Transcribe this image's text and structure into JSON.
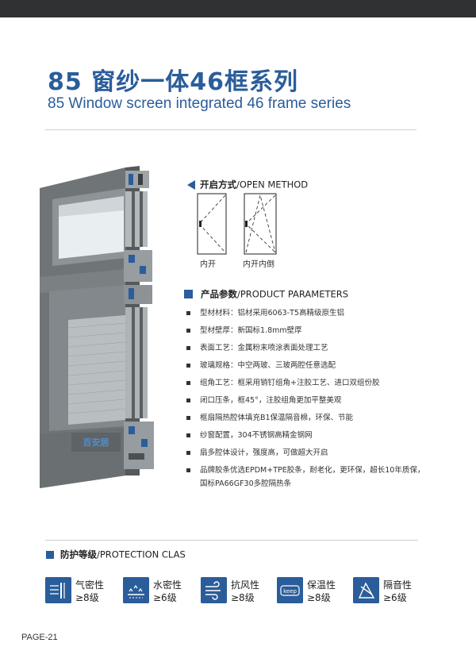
{
  "header": {
    "title_cn": "85 窗纱一体46框系列",
    "title_en": "85 Window screen integrated 46 frame series"
  },
  "illustration": {
    "brand_logo_text": "百安居"
  },
  "open_method": {
    "title_cn": "开启方式",
    "title_en": "/OPEN METHOD",
    "options": [
      {
        "label": "内开"
      },
      {
        "label": "内开内倒"
      }
    ]
  },
  "params": {
    "title_cn": "产品参数",
    "title_en": "/PRODUCT PARAMETERS",
    "items": [
      "型材材料：铝材采用6063-T5高精级原生铝",
      "型材壁厚：新国标1.8mm壁厚",
      "表面工艺：金属粉末喷涂表面处理工艺",
      "玻璃规格：中空两玻、三玻两腔任意选配",
      "组角工艺：框采用销钉组角+注胶工艺、进口双组份胶",
      "闭口压条，框45°，注胶组角更加平整美观",
      "框扇隔热腔体填充B1保温隔音棉，环保、节能",
      "纱窗配置，304不锈钢高精金钢网",
      "扇多腔体设计，强度高，可做超大开启",
      "品牌胶条优选EPDM+TPE胶条，耐老化，更环保，超长10年质保，"
    ],
    "item_last_cont": "国标PA66GF30多腔隔热条"
  },
  "protection": {
    "title_cn": "防护等级",
    "title_en": "/PROTECTION CLAS",
    "items": [
      {
        "icon": "air-tightness-icon",
        "name": "气密性",
        "level": "≥8级"
      },
      {
        "icon": "water-tightness-icon",
        "name": "水密性",
        "level": "≥6级"
      },
      {
        "icon": "wind-resistance-icon",
        "name": "抗风性",
        "level": "≥8级"
      },
      {
        "icon": "insulation-keep-icon",
        "name": "保温性",
        "level": "≥8级"
      },
      {
        "icon": "sound-insulation-icon",
        "name": "隔音性",
        "level": "≥6级"
      }
    ]
  },
  "footer": {
    "page": "PAGE-21"
  },
  "colors": {
    "accent": "#2a5d9a",
    "frame": "#6d7275",
    "topbar": "#2f3133"
  }
}
